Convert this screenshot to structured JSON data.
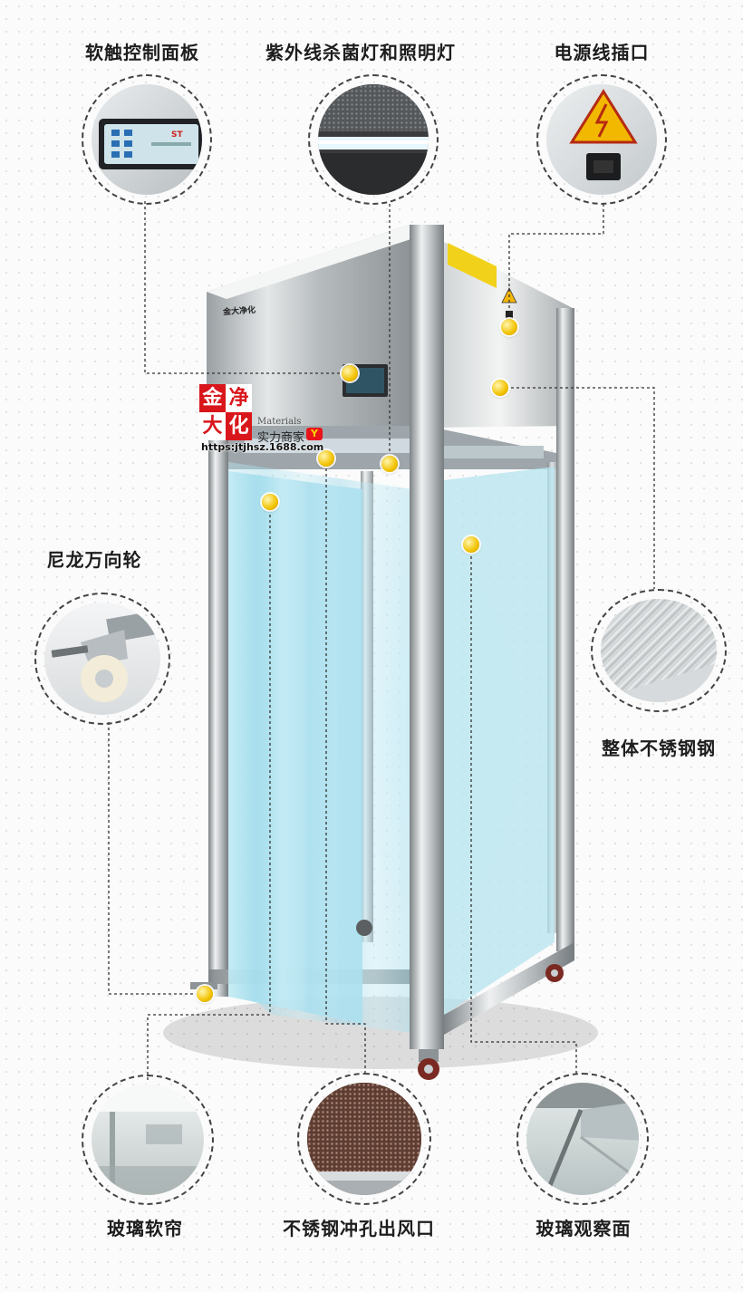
{
  "labels": {
    "control_panel": "软触控制面板",
    "uv_lamp": "紫外线杀菌灯和照明灯",
    "power_socket": "电源线插口",
    "caster": "尼龙万向轮",
    "stainless_body": "整体不锈钢钢",
    "glass_curtain": "玻璃软帘",
    "perforated_outlet": "不锈钢冲孔出风口",
    "glass_view": "玻璃观察面"
  },
  "logo": {
    "chars": [
      "金",
      "净",
      "大",
      "化"
    ],
    "materials": "Materials",
    "shop": "实力商家",
    "trophy": "Y",
    "url": "https:jtjhsz.1688.com"
  },
  "device": {
    "brand_text": "金大净化",
    "panel_model": "ST"
  },
  "colors": {
    "accent_red": "#d8161b",
    "dot_yellow": "#f2c200",
    "curtain_blue": "#a9e2f0"
  }
}
